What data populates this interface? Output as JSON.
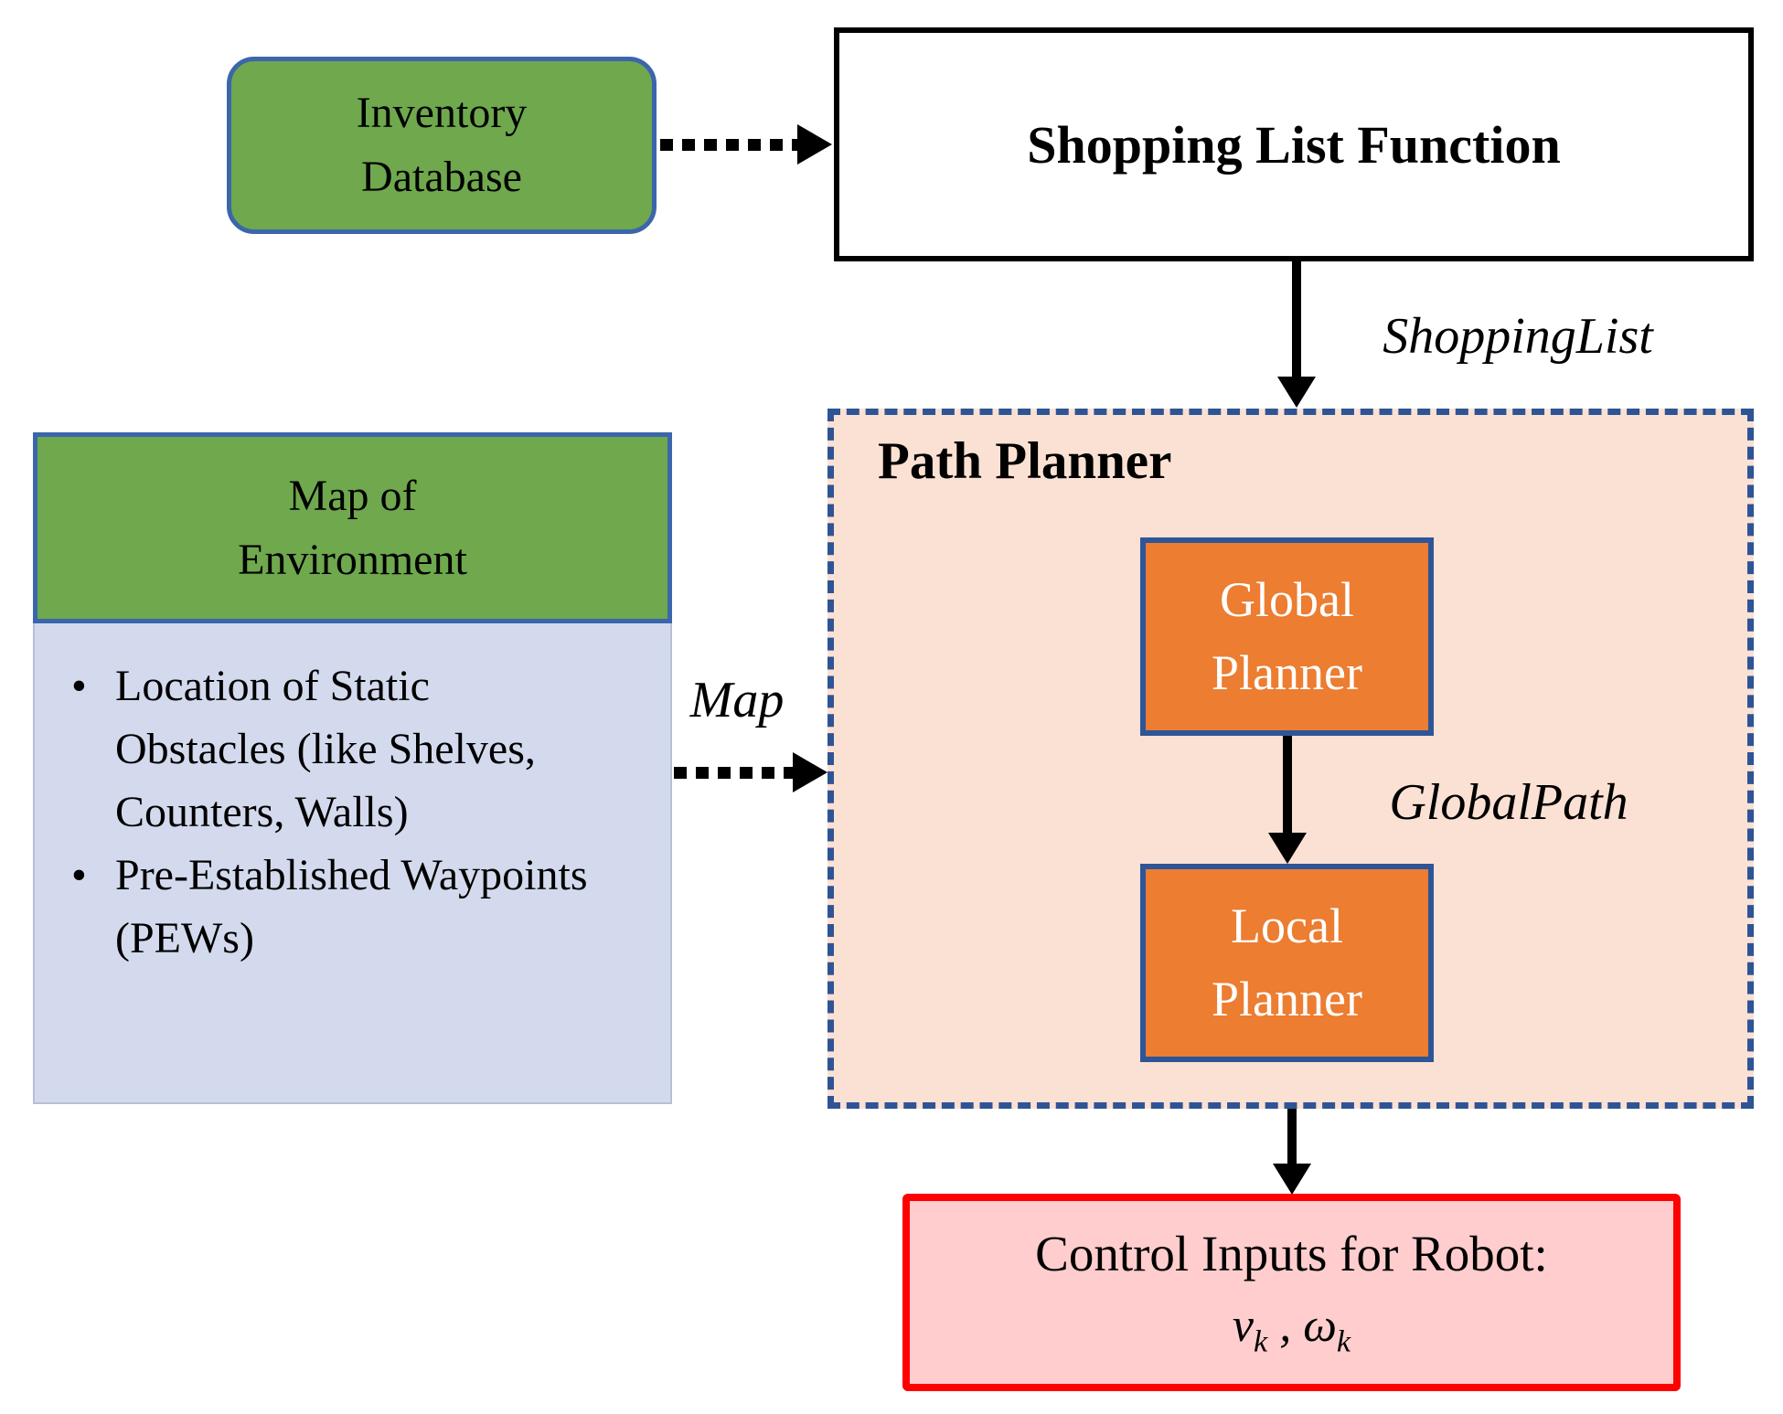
{
  "diagram": {
    "inventory_box": {
      "label": "Inventory Database"
    },
    "shopping_list_box": {
      "label": "Shopping List Function"
    },
    "map_box": {
      "title": "Map of Environment",
      "bullet": "•",
      "bullets": [
        "Location of Static Obstacles (like Shelves, Counters, Walls)",
        "Pre-Established Waypoints (PEWs)"
      ]
    },
    "path_planner_box": {
      "title": "Path Planner"
    },
    "global_planner_box": {
      "label": "Global Planner"
    },
    "local_planner_box": {
      "label": "Local Planner"
    },
    "control_box": {
      "line1": "Control Inputs for Robot:",
      "math": {
        "var1": "v",
        "sub1": "k",
        "sep": " , ",
        "var2": "ω",
        "sub2": "k"
      }
    },
    "edge_labels": {
      "shopping_list": "ShoppingList",
      "map": "Map",
      "global_path": "GlobalPath"
    },
    "colors": {
      "green_fill": "#6FA84D",
      "blue_border": "#3B66AC",
      "lavender_fill": "#D4DAED",
      "peach_fill": "#FBE1D3",
      "dashed_border_blue": "#2E5496",
      "orange_fill": "#EC7D31",
      "orange_border": "#2E5597",
      "pink_fill": "#FFCDCD",
      "red_border": "#FF0000",
      "arrow_black": "#000000"
    }
  }
}
